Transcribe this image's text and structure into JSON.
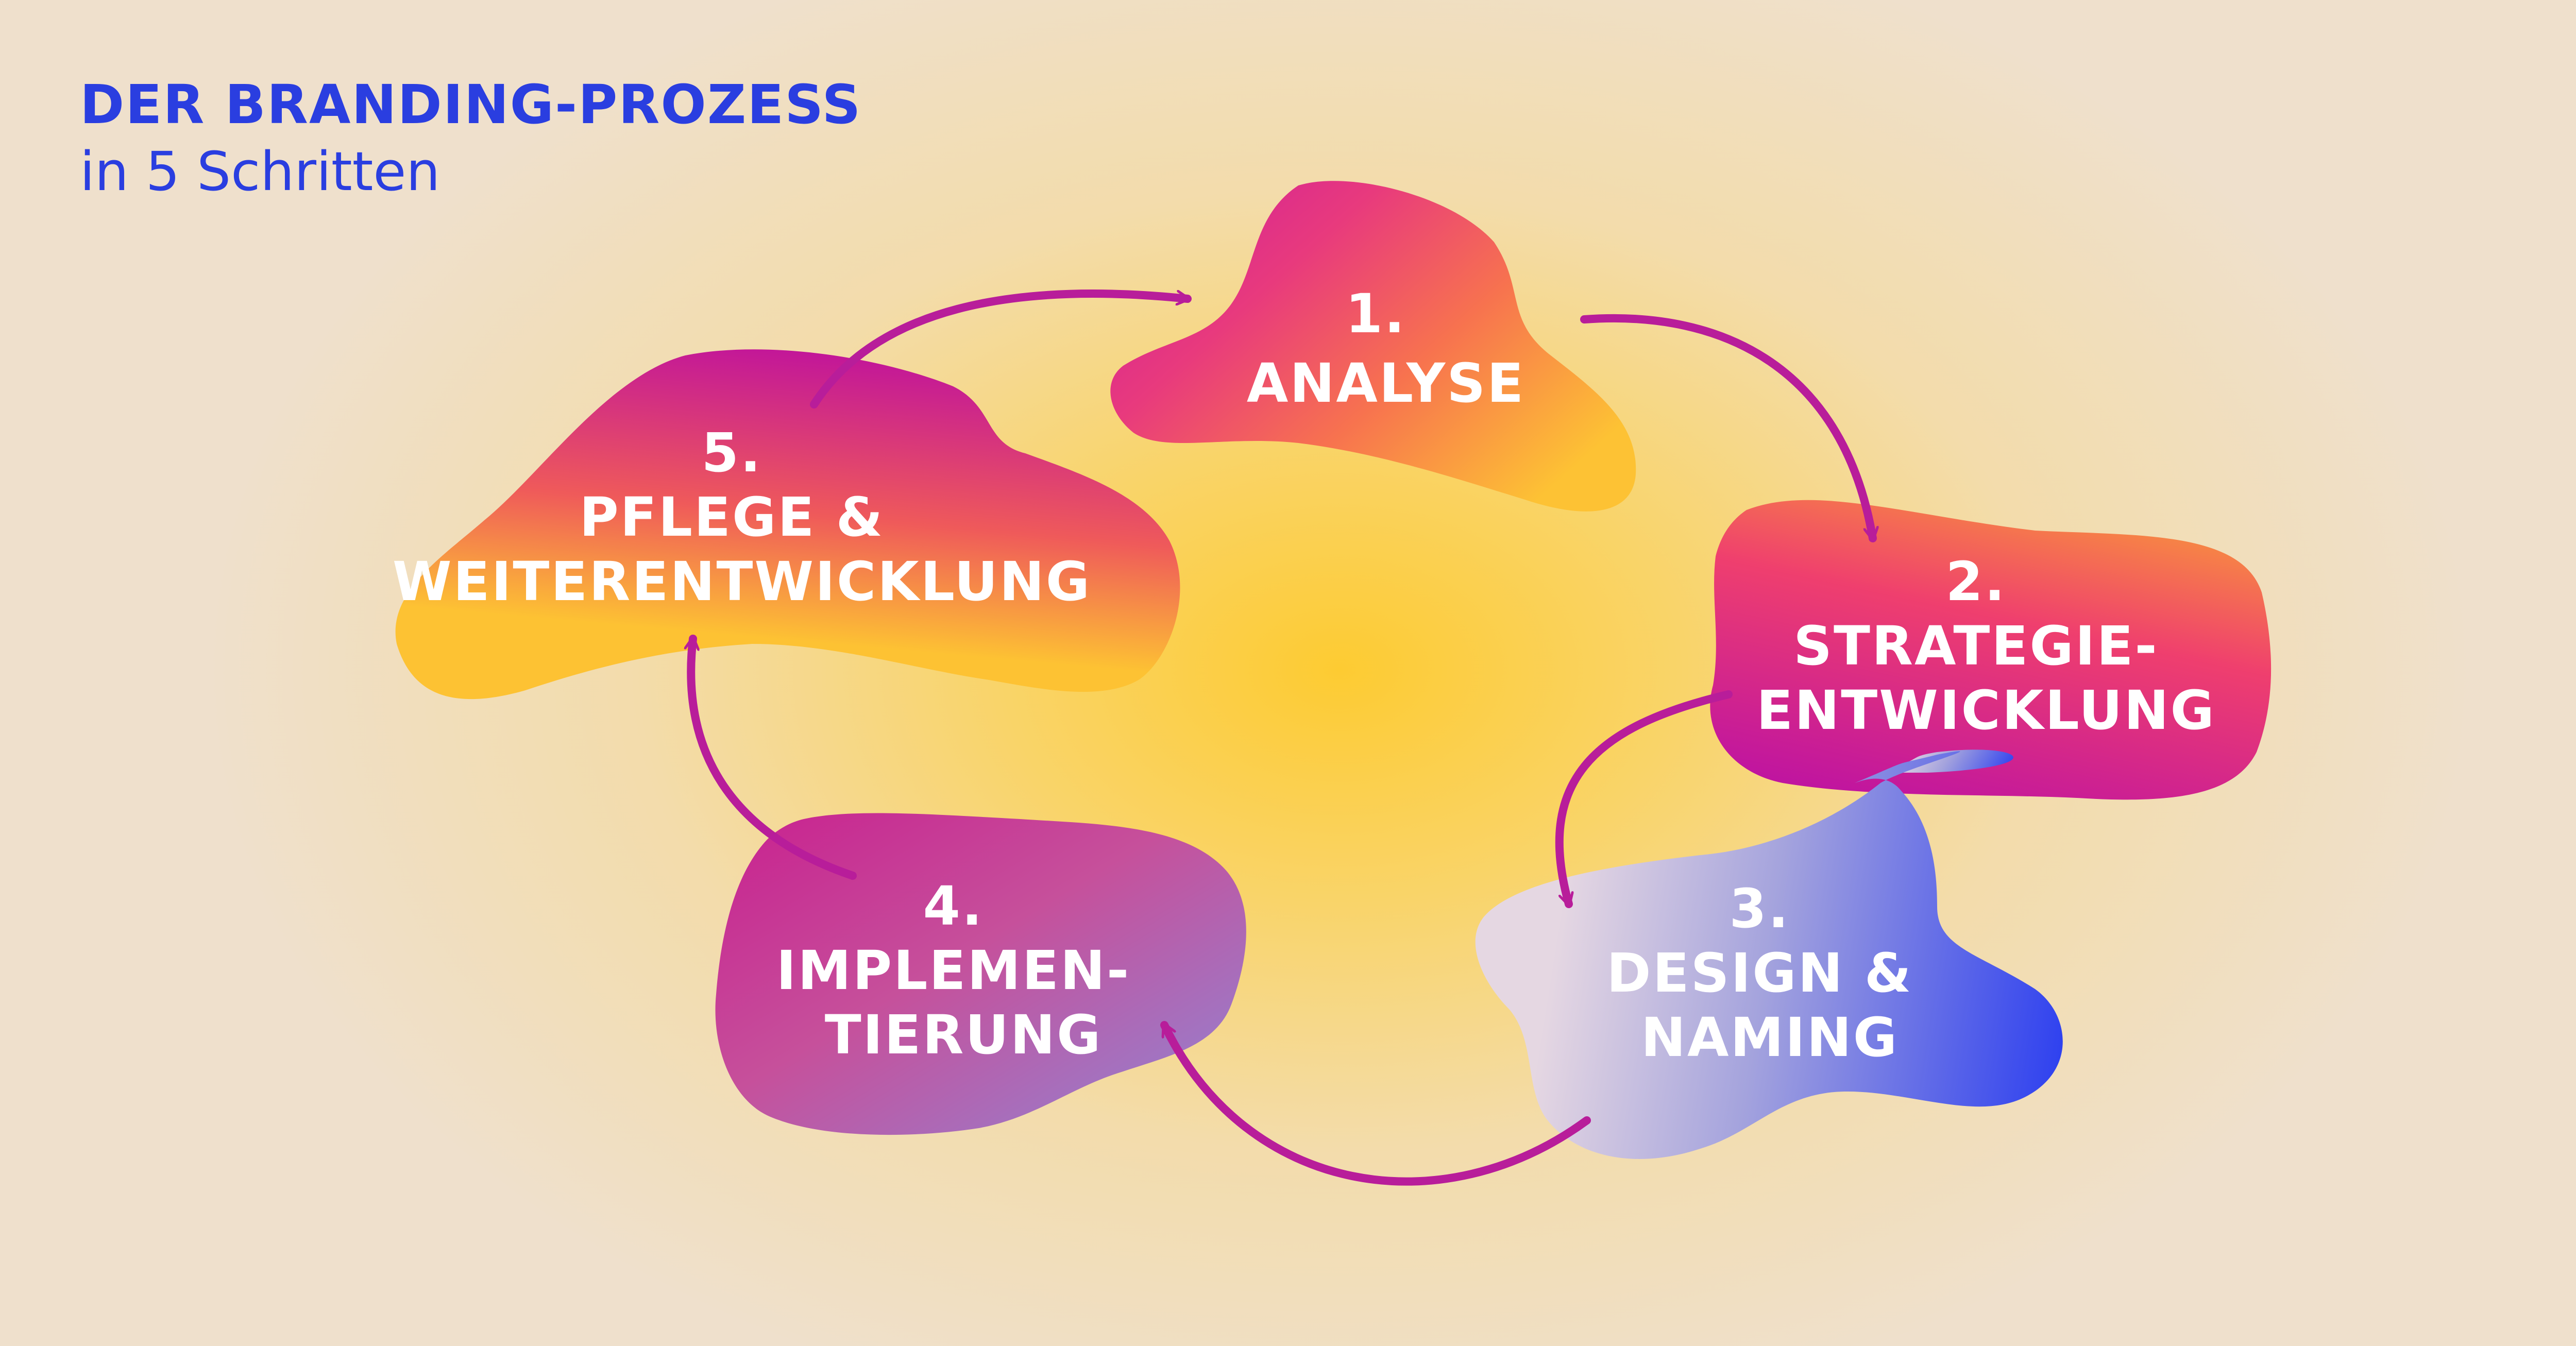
{
  "header": {
    "title": "DER BRANDING-PROZESS",
    "subtitle": "in 5 Schritten"
  },
  "steps": [
    {
      "number": "1.",
      "lines": [
        "ANALYSE"
      ]
    },
    {
      "number": "2.",
      "lines": [
        "STRATEGIE-",
        "ENTWICKLUNG"
      ]
    },
    {
      "number": "3.",
      "lines": [
        "DESIGN &",
        "NAMING"
      ]
    },
    {
      "number": "4.",
      "lines": [
        "IMPLEMEN-",
        "TIERUNG"
      ]
    },
    {
      "number": "5.",
      "lines": [
        "PFLEGE &",
        "WEITERENTWICKLUNG"
      ]
    }
  ],
  "colors": {
    "title": "#2a3ee0",
    "arrow": "#b81d9a",
    "label": "#ffffff"
  }
}
